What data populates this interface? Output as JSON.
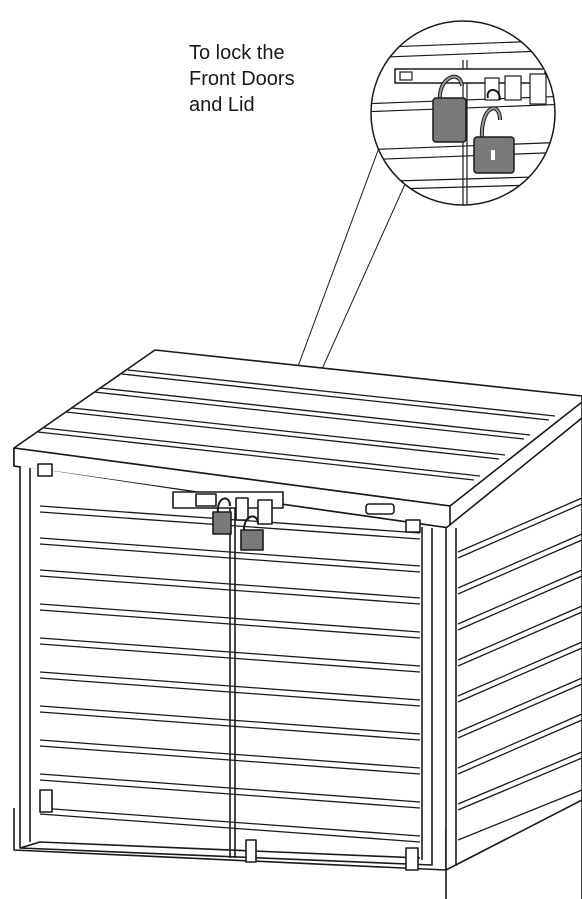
{
  "caption": {
    "lines": [
      "To lock the",
      "Front Doors",
      "and Lid"
    ]
  },
  "colors": {
    "line": "#1a1a1a",
    "padlock_body": "#7a7a7a",
    "shackle": "#9a9a9a",
    "background": "#ffffff"
  }
}
